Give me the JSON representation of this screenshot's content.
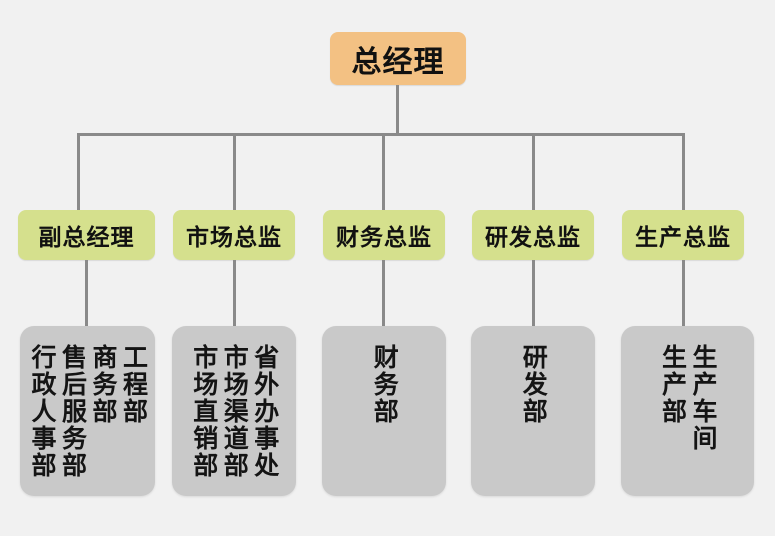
{
  "chart": {
    "title_node": {
      "label": "总经理",
      "color": "#f3c183"
    },
    "directors": [
      {
        "label": "副总经理"
      },
      {
        "label": "市场总监"
      },
      {
        "label": "财务总监"
      },
      {
        "label": "研发总监"
      },
      {
        "label": "生产总监"
      }
    ],
    "director_color": "#d5e08d",
    "department_color": "#c9c9c9",
    "background_color": "#f1f1f1",
    "connector_color": "#8a8a8a",
    "departments": [
      {
        "parent": "副总经理",
        "items": [
          "工程部",
          "商务部",
          "售后服务部",
          "行政人事部"
        ]
      },
      {
        "parent": "市场总监",
        "items": [
          "省外办事处",
          "市场渠道部",
          "市场直销部"
        ]
      },
      {
        "parent": "财务总监",
        "items": [
          "财务部"
        ]
      },
      {
        "parent": "研发总监",
        "items": [
          "研发部"
        ]
      },
      {
        "parent": "生产总监",
        "items": [
          "生产车间",
          "生产部"
        ]
      }
    ]
  }
}
